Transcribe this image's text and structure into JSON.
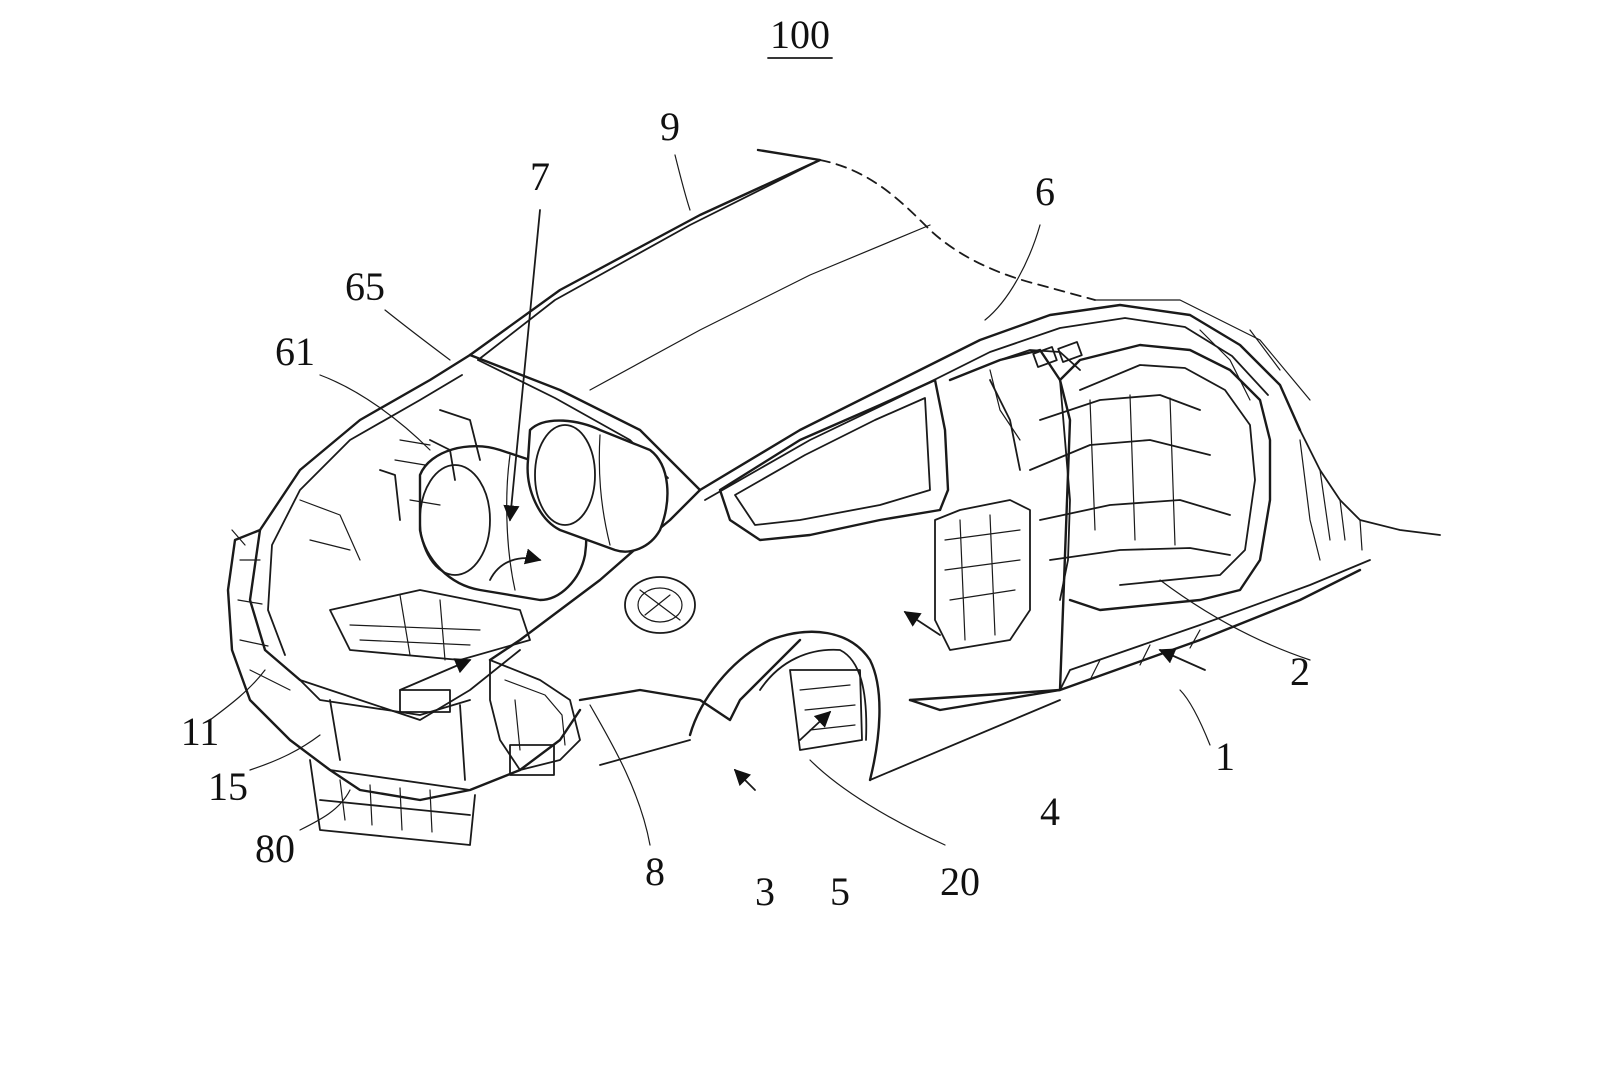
{
  "figure": {
    "title": "100",
    "labels": {
      "l1": "1",
      "l2": "2",
      "l3": "3",
      "l4": "4",
      "l5": "5",
      "l6": "6",
      "l7": "7",
      "l8": "8",
      "l9": "9",
      "l11": "11",
      "l15": "15",
      "l20": "20",
      "l61": "61",
      "l65": "65",
      "l80": "80"
    }
  },
  "colors": {
    "ink": "#111111",
    "background": "#ffffff"
  }
}
